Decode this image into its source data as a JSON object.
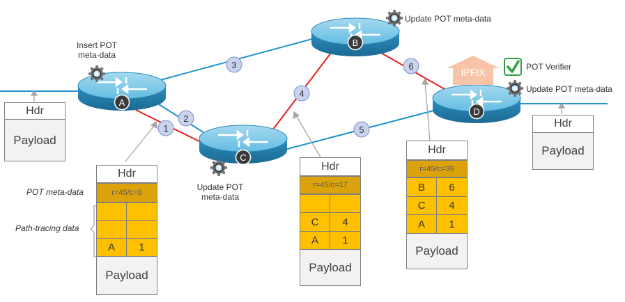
{
  "nodes": [
    {
      "id": "A",
      "label": "A"
    },
    {
      "id": "B",
      "label": "B"
    },
    {
      "id": "C",
      "label": "C"
    },
    {
      "id": "D",
      "label": "D"
    }
  ],
  "hops": [
    "1",
    "2",
    "3",
    "4",
    "5",
    "6"
  ],
  "labels": {
    "insert_pot": [
      "Insert POT",
      "meta-data"
    ],
    "update_b": "Update POT meta-data",
    "update_c": [
      "Update POT",
      "meta-data"
    ],
    "update_d": "Update POT meta-data",
    "verifier": "POT Verifier",
    "ipfix": "IPFIX",
    "pot_meta": "POT meta-data",
    "path_tracing": "Path-tracing data"
  },
  "packets": {
    "ingress": {
      "hdr": "Hdr",
      "payload": "Payload"
    },
    "p1": {
      "hdr": "Hdr",
      "meta": "r=45/c=0",
      "rows": [
        [
          "",
          ""
        ],
        [
          "",
          ""
        ],
        [
          "A",
          "1"
        ]
      ],
      "payload": "Payload"
    },
    "p4": {
      "hdr": "Hdr",
      "meta": "r=45/c=17",
      "rows": [
        [
          "",
          ""
        ],
        [
          "C",
          "4"
        ],
        [
          "A",
          "1"
        ]
      ],
      "payload": "Payload"
    },
    "p6": {
      "hdr": "Hdr",
      "meta": "r=45/c=39",
      "rows": [
        [
          "B",
          "6"
        ],
        [
          "C",
          "4"
        ],
        [
          "A",
          "1"
        ]
      ],
      "payload": "Payload"
    },
    "egress": {
      "hdr": "Hdr",
      "payload": "Payload"
    }
  },
  "colors": {
    "blue_link": "#1f93c8",
    "red_link": "#e02020",
    "router": "#4ab0d8",
    "hop_circle": "#c9d3ee",
    "meta_cell": "#dca20b",
    "trace_cell": "#ffc000",
    "ipfix_arrow": "#f8c4a8",
    "check": "#2ea043"
  }
}
